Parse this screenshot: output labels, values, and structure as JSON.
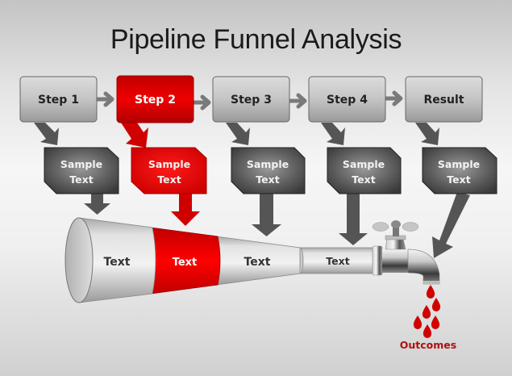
{
  "title": "Pipeline Funnel Analysis",
  "colors": {
    "accent": "#e00000",
    "dark_gray": "#555555",
    "outcome_text": "#b01010"
  },
  "steps": [
    {
      "label": "Step 1",
      "highlighted": false
    },
    {
      "label": "Step 2",
      "highlighted": true
    },
    {
      "label": "Step 3",
      "highlighted": false
    },
    {
      "label": "Step 4",
      "highlighted": false
    },
    {
      "label": "Result",
      "highlighted": false
    }
  ],
  "callouts": [
    {
      "line1": "Sample",
      "line2": "Text"
    },
    {
      "line1": "Sample",
      "line2": "Text"
    },
    {
      "line1": "Sample",
      "line2": "Text"
    },
    {
      "line1": "Sample",
      "line2": "Text"
    },
    {
      "line1": "Sample",
      "line2": "Text"
    }
  ],
  "funnel_segments": [
    {
      "label": "Text"
    },
    {
      "label": "Text"
    },
    {
      "label": "Text"
    },
    {
      "label": "Text"
    }
  ],
  "outcome_label": "Outcomes"
}
